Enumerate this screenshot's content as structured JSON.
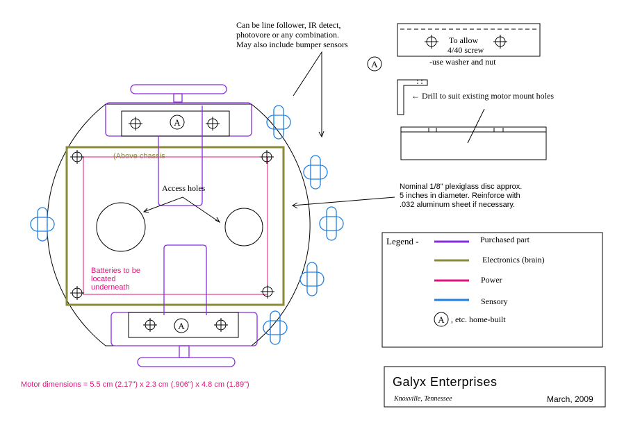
{
  "colors": {
    "purchased": "#8a2be2",
    "electronics": "#8b8b3a",
    "power": "#e0147d",
    "sensory": "#1e7fe0",
    "ink": "#000000"
  },
  "annotations": {
    "sensor_note": [
      "Can be line follower, IR detect,",
      "photovore or any combination.",
      "May also include bumper sensors"
    ],
    "above_chassis": "(Above chassis",
    "access_holes": "Access holes",
    "plexi_note": [
      "Nominal 1/8\" plexiglass disc approx.",
      "5 inches in diameter.  Reinforce with",
      ".032 aluminum sheet if necessary."
    ],
    "batteries_note": [
      "Batteries to be",
      "located",
      "underneath"
    ],
    "motor_dims": "Motor dimensions = 5.5 cm (2.17\") x 2.3 cm (.906\") x 4.8 cm (1.89\")",
    "bracket_label": "A",
    "bracket_note": [
      "To allow",
      "4/40 screw"
    ],
    "washer_note": "-use washer and nut",
    "drill_note": "←  Drill to suit existing motor mount holes",
    "mount_label": "A"
  },
  "legend": {
    "title": "Legend -",
    "items": [
      {
        "label": "Purchased part",
        "color_key": "purchased"
      },
      {
        "label": "Electronics (brain)",
        "color_key": "electronics"
      },
      {
        "label": "Power",
        "color_key": "power"
      },
      {
        "label": "Sensory",
        "color_key": "sensory"
      }
    ],
    "homebuilt_symbol": "A",
    "homebuilt_label": ", etc.  home-built"
  },
  "titleblock": {
    "company": "Galyx Enterprises",
    "location": "Knoxville, Tennessee",
    "date": "March, 2009"
  }
}
